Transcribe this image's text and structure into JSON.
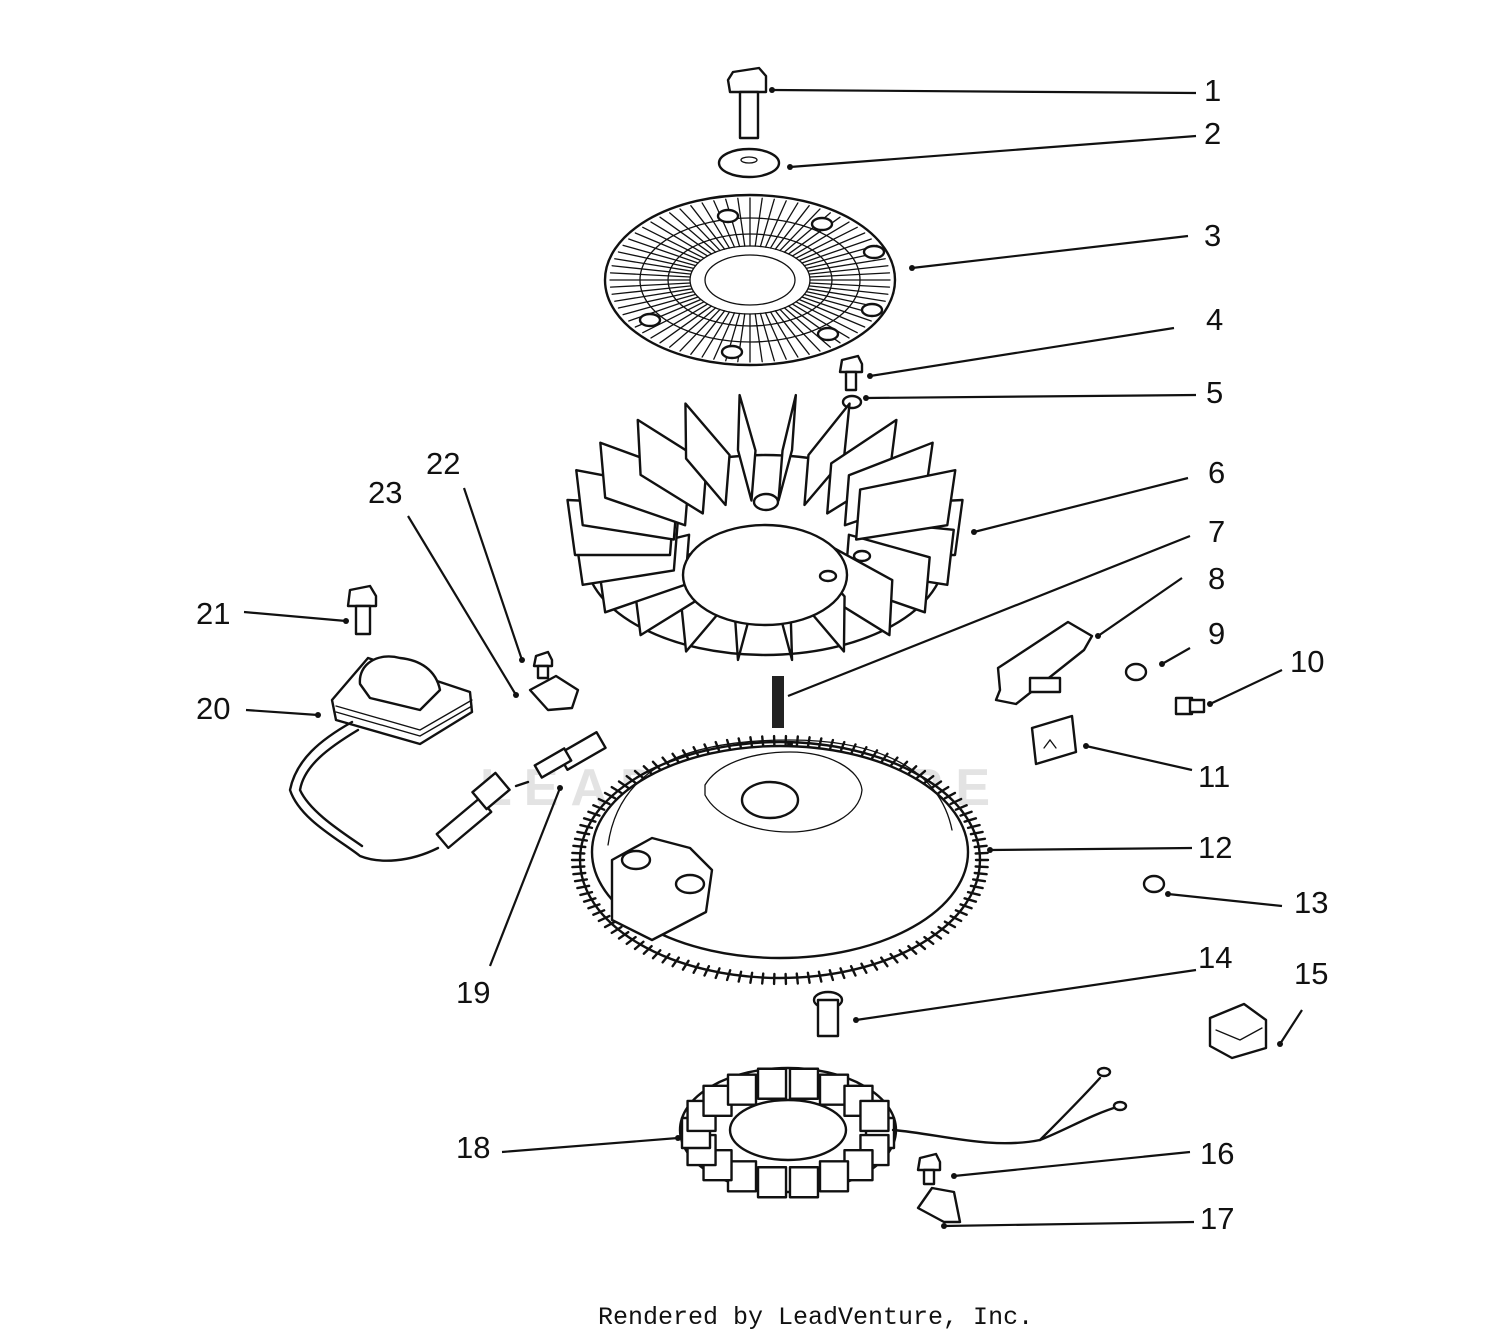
{
  "watermark": "LEADVENTURE",
  "credit": "Rendered by LeadVenture, Inc.",
  "callouts": [
    "1",
    "2",
    "3",
    "4",
    "5",
    "6",
    "7",
    "8",
    "9",
    "10",
    "11",
    "12",
    "13",
    "14",
    "15",
    "16",
    "17",
    "18",
    "19",
    "20",
    "21",
    "22",
    "23"
  ]
}
